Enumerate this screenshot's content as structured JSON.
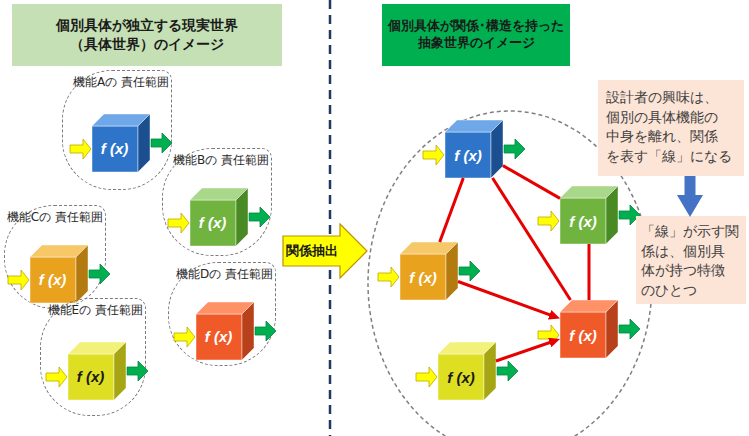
{
  "diagram": {
    "nodes": [
      {
        "text": [
          "個別具体が独立する現実世界 （具体世界）のイメージ"
        ]
      },
      {
        "text": [
          "個別具体が関係･構造を持った 抽象世界のイメージ"
        ]
      },
      {
        "text": [
          "機能Aの 責任範囲"
        ]
      },
      {
        "text": [
          "f (x)"
        ],
        "in": 2
      },
      {
        "text": [
          "機能Bの 責任範囲"
        ]
      },
      {
        "text": [
          "f (x)"
        ],
        "in": 4
      },
      {
        "text": [
          "機能Cの 責任範囲"
        ]
      },
      {
        "text": [
          "f (x)"
        ],
        "in": 6
      },
      {
        "text": [
          "機能Dの 責任範囲"
        ]
      },
      {
        "text": [
          "f (x)"
        ],
        "in": 8
      },
      {
        "text": [
          "機能Eの 責任範囲"
        ]
      },
      {
        "text": [
          "f (x)"
        ],
        "in": 10
      },
      {
        "text": [
          "関係抽出"
        ]
      },
      {
        "text": [
          "f (x)"
        ]
      },
      {
        "text": [
          "f (x)"
        ]
      },
      {
        "text": [
          "f (x)"
        ]
      },
      {
        "text": [
          "f (x)"
        ]
      },
      {
        "text": [
          "f (x)"
        ]
      },
      {
        "text": [
          "設計者の興味は、 個別の具体機能の 中身を離れ、関係 を表す「線」になる"
        ]
      },
      {
        "text": [
          "「線」が示す関 係は、個別具 体が持つ特徴 のひとつ"
        ]
      }
    ],
    "edges": [
      {
        "from": 13,
        "to": 15,
        "arrow": "none"
      },
      {
        "from": 13,
        "to": 14,
        "arrow": "none"
      },
      {
        "from": 13,
        "to": 16,
        "arrow": "none"
      },
      {
        "from": 14,
        "to": 16,
        "arrow": "none"
      },
      {
        "from": 15,
        "to": 16,
        "arrow": "to"
      },
      {
        "from": 17,
        "to": 16,
        "arrow": "to"
      },
      {
        "from": 18,
        "to": 19,
        "arrow": "to"
      }
    ]
  }
}
